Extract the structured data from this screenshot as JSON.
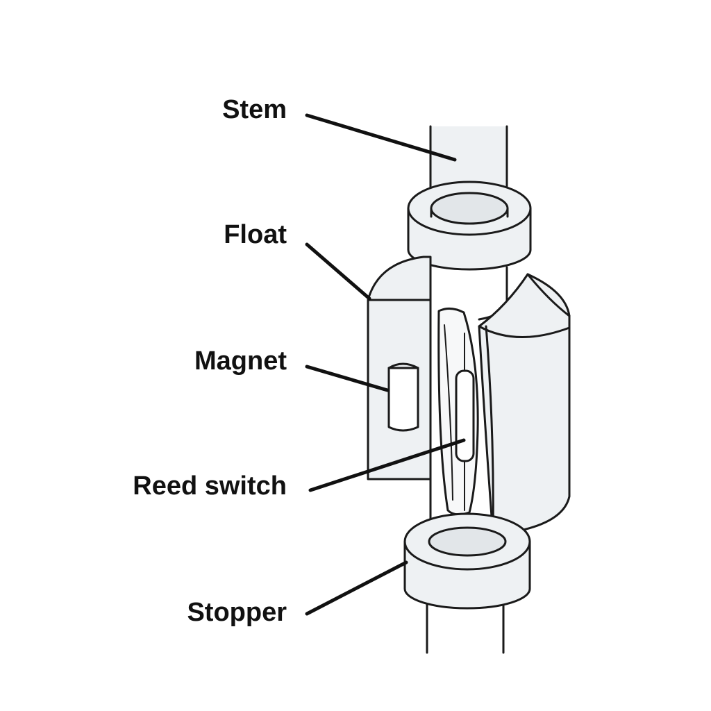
{
  "labels": {
    "stem": "Stem",
    "float": "Float",
    "magnet": "Magnet",
    "reed_switch": "Reed switch",
    "stopper": "Stopper"
  },
  "colors": {
    "stroke": "#1a1a1a",
    "fill": "#eef1f3",
    "fill_shade": "#e2e6e9",
    "leader": "#111111"
  }
}
